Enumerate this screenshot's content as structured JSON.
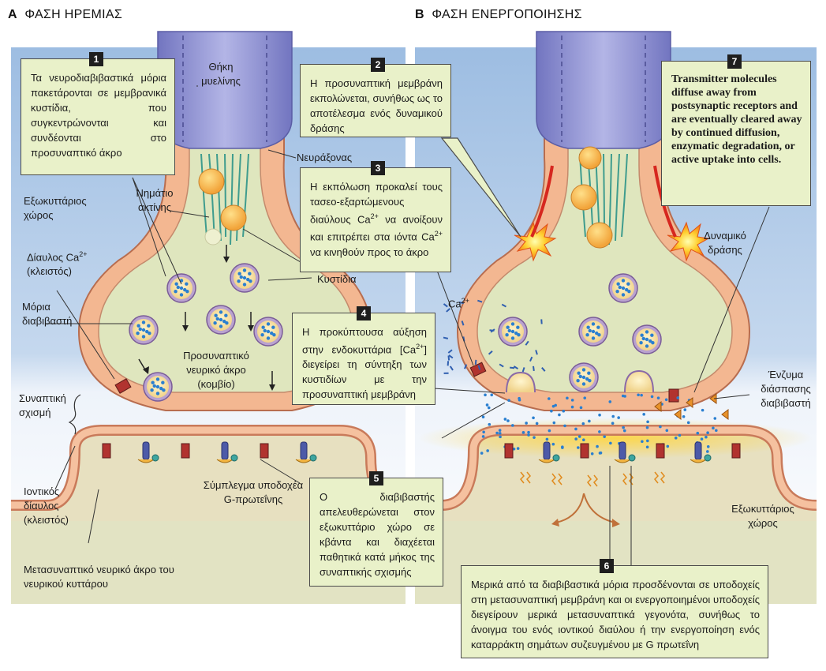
{
  "panel_a": {
    "letter": "A",
    "title": "ΦΑΣΗ ΗΡΕΜΙΑΣ"
  },
  "panel_b": {
    "letter": "B",
    "title": "ΦΑΣΗ ΕΝΕΡΓΟΠΟΙΗΣΗΣ"
  },
  "steps": [
    {
      "num": "1",
      "text": "Τα νευροδιαβιβαστικά μόρια πακετάρονται σε μεμβρανικά κυστίδια, που συγκεντρώνονται και συνδέονται στο προσυναπτικό άκρο"
    },
    {
      "num": "2",
      "text": "Η προσυναπτική μεμβράνη εκπολώνεται, συνήθως ως το αποτέλεσμα ενός δυναμικού δράσης"
    },
    {
      "num": "3",
      "text_before": "Η εκπόλωση προκαλεί τους τασεο-εξαρτώμενους διαύλους Ca",
      "text_mid": " να ανοίξουν και επιτρέπει στα ιόντα Ca",
      "text_after": " να κινηθούν προς το άκρο"
    },
    {
      "num": "4",
      "text_before": "Η προκύπτουσα αύξηση στην ενδοκυττάρια [Ca",
      "text_after": "] διεγείρει τη σύντηξη των κυστιδίων με την προσυναπτική μεμβράνη"
    },
    {
      "num": "5",
      "text": "Ο διαβιβαστής απελευθερώνεται στον εξωκυττάριο χώρο σε κβάντα και διαχέεται παθητικά κατά μήκος της συναπτικής σχισμής"
    },
    {
      "num": "6",
      "text": "Μερικά από τα διαβιβαστικά μόρια προσδένονται σε υποδοχείς στη μετασυναπτική μεμβράνη και οι ενεργοποιημένοι υποδοχείς διεγείρουν μερικά μετασυναπτικά γεγονότα, συνήθως το άνοιγμα του ενός ιοντικού διαύλου ή την ενεργοποίηση ενός καταρράκτη σημάτων συζευγμένου με G πρωτεΐνη"
    },
    {
      "num": "7",
      "text": "Transmitter molecules diffuse away from postsynaptic receptors and are eventually cleared away by continued diffusion, enzymatic degradation, or active uptake into cells."
    }
  ],
  "labels": {
    "myelin": "Θήκη μυελίνης",
    "axon": "Νευράξονας",
    "actin": "Νημάτιο ακτίνης",
    "vesicles": "Κυστίδια",
    "extracellular_a": "Εξωκυττάριος χώρος",
    "ca_channel": "Δίαυλος Ca",
    "ca_channel_state": "(κλειστός)",
    "transmitter": "Μόρια διαβιβαστή",
    "presynaptic": "Προσυναπτικό νευρικό άκρο (κομβίο)",
    "cleft": "Συναπτική σχισμή",
    "ion_channel": "Ιοντικός δίαυλος (κλειστός)",
    "gprotein": "Σύμπλεγμα υποδοχέα G-πρωτεΐνης",
    "postsynaptic": "Μετασυναπτικό νευρικό άκρο του νευρικού κυττάρου",
    "ca_ion": "Ca",
    "action_potential": "Δυναμικό δράσης",
    "enzyme": "Ένζυμα διάσπασης διαβιβαστή",
    "extracellular_b": "Εξωκυττάριος χώρος",
    "charge": "2+"
  },
  "colors": {
    "background_blue": "#a9c6e6",
    "terminal_wall": "#f4b894",
    "cytoplasm": "#dfe6be",
    "myelin": "#8d8fd0",
    "box_fill": "#e9f1c9",
    "vesicle_dot": "#2a7fd0"
  }
}
